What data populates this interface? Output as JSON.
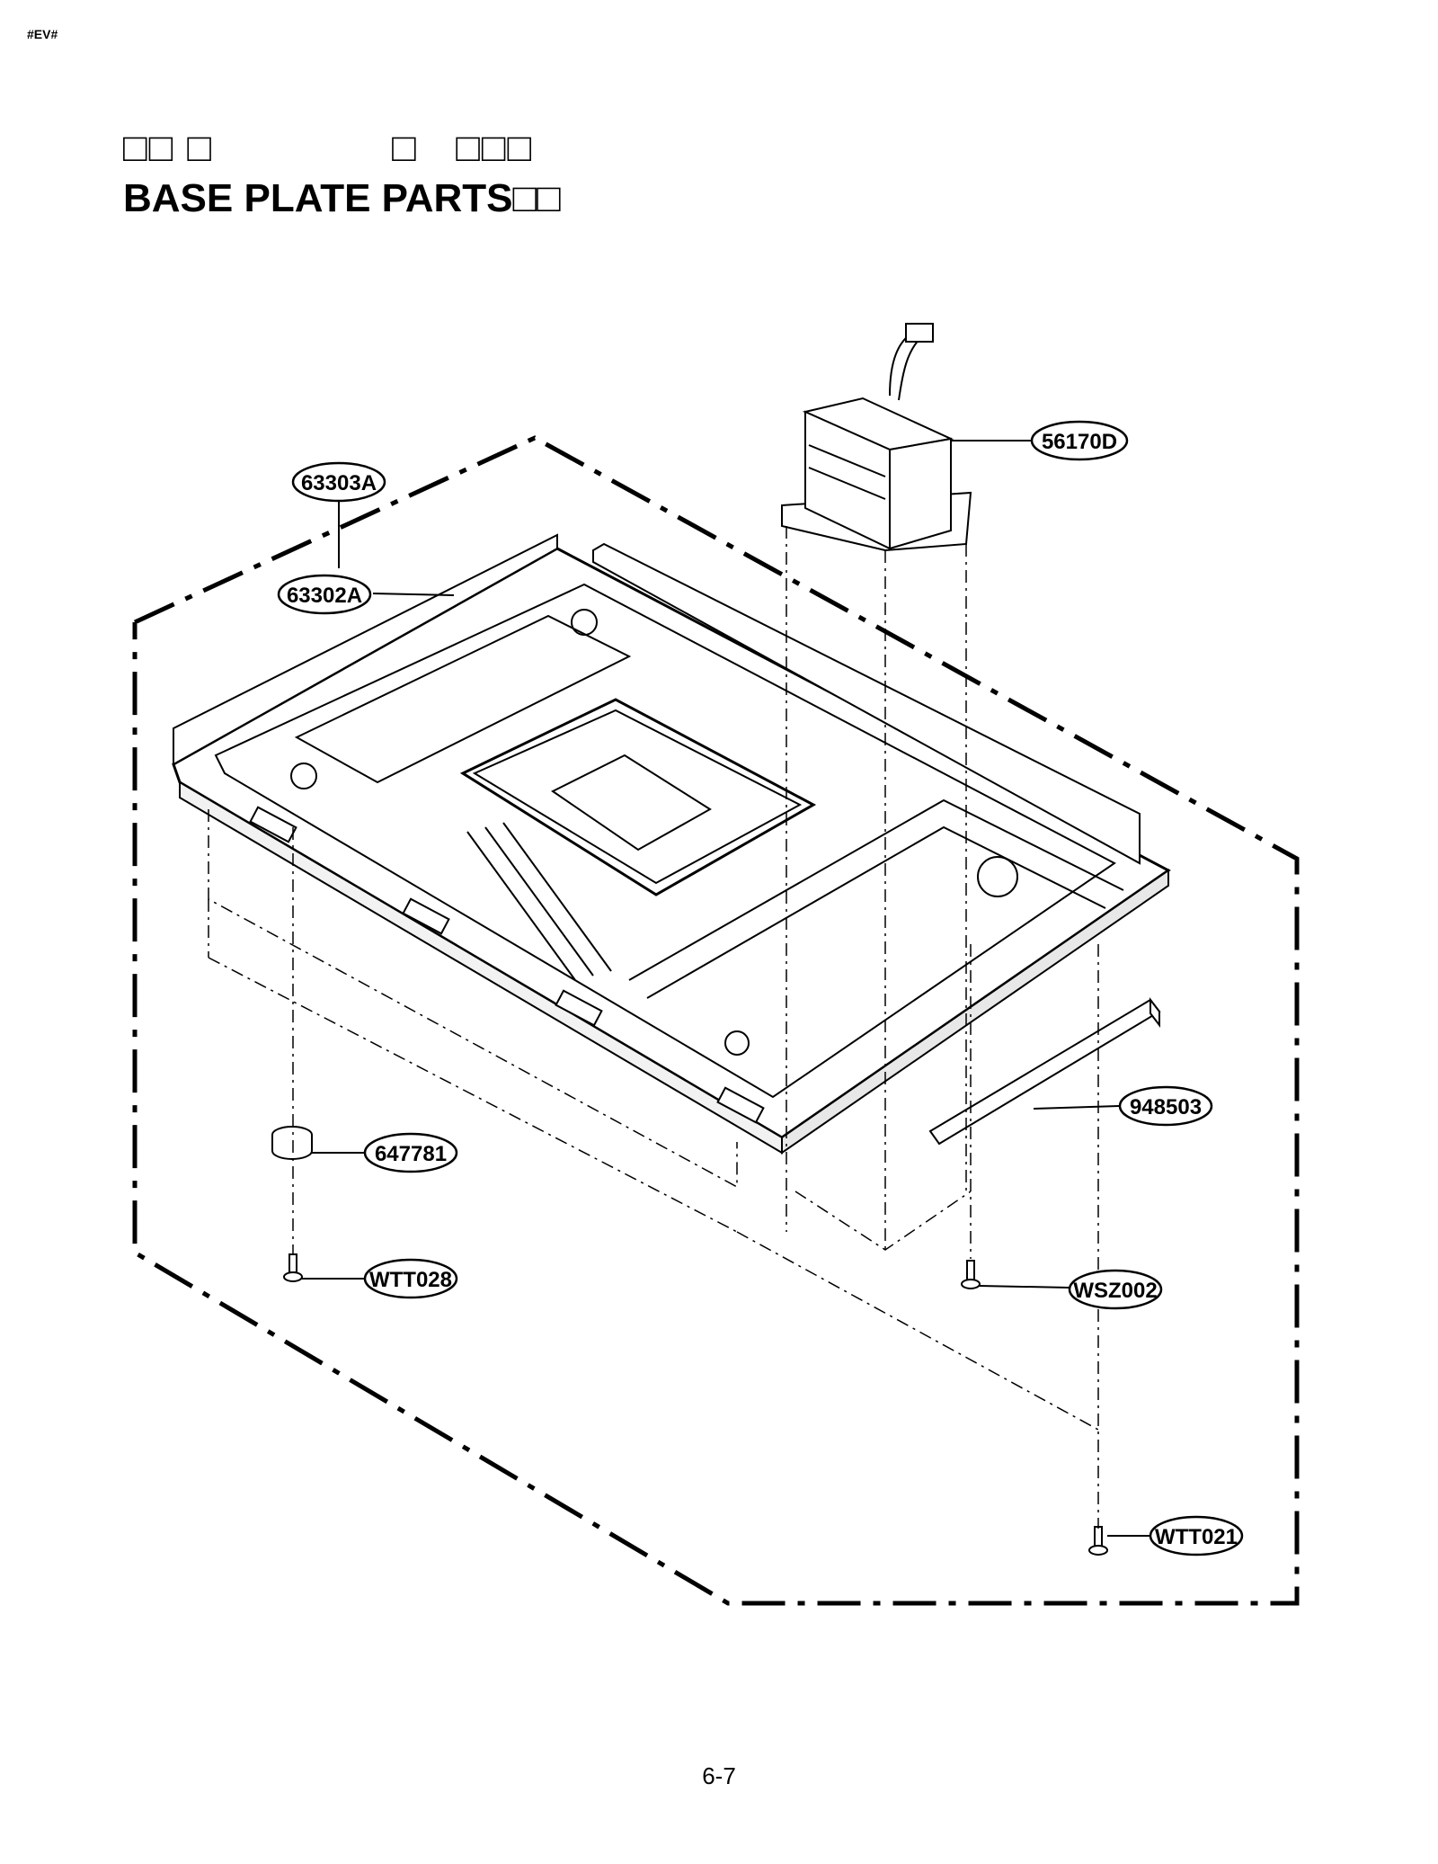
{
  "header": {
    "code": "#EV#"
  },
  "title": {
    "line1": "□□ □              □   □□□",
    "line2": "BASE PLATE PARTS□□"
  },
  "parts": [
    {
      "id": "part-63303a",
      "label": "63303A"
    },
    {
      "id": "part-63302a",
      "label": "63302A"
    },
    {
      "id": "part-56170d",
      "label": "56170D"
    },
    {
      "id": "part-948503",
      "label": "948503"
    },
    {
      "id": "part-647781",
      "label": "647781"
    },
    {
      "id": "part-wtt028",
      "label": "WTT028"
    },
    {
      "id": "part-wsz002",
      "label": "WSZ002"
    },
    {
      "id": "part-wtt021",
      "label": "WTT021"
    }
  ],
  "footer": {
    "page_number": "6-7"
  }
}
